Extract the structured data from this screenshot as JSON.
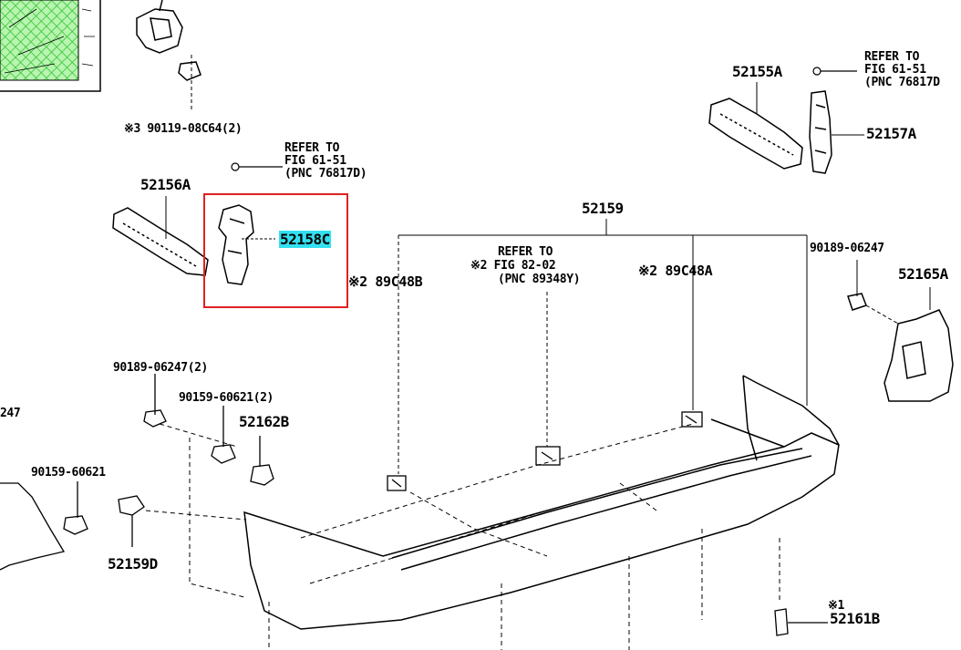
{
  "labels": {
    "p_90119": "※3 90119-08C64(2)",
    "refer_top_1": "REFER TO",
    "refer_top_2": "FIG 61-51",
    "refer_top_3": "(PNC 76817D)",
    "p_52156A": "52156A",
    "p_52158C": "52158C",
    "p_89C48B": "※2 89C48B",
    "p_52159": "52159",
    "refer_mid_1": "REFER TO",
    "refer_mid_2": "※2 FIG 82-02",
    "refer_mid_3": "(PNC 89348Y)",
    "p_89C48A": "※2 89C48A",
    "p_52155A": "52155A",
    "refer_right_1": "REFER TO",
    "refer_right_2": "FIG 61-51",
    "refer_right_3": "(PNC 76817D",
    "p_52157A": "52157A",
    "p_90189_r": "90189-06247",
    "p_52165A": "52165A",
    "p_90189_2": "90189-06247(2)",
    "p_90159_2": "90159-60621(2)",
    "p_52162B": "52162B",
    "p_247": "247",
    "p_90159_l": "90159-60621",
    "p_52159D": "52159D",
    "p_52161B_mark": "※1",
    "p_52161B": "52161B"
  },
  "colors": {
    "highlight": "#33e0f0",
    "selection_box": "#e02020",
    "thumbnail_fill": "#a8f0a0"
  }
}
